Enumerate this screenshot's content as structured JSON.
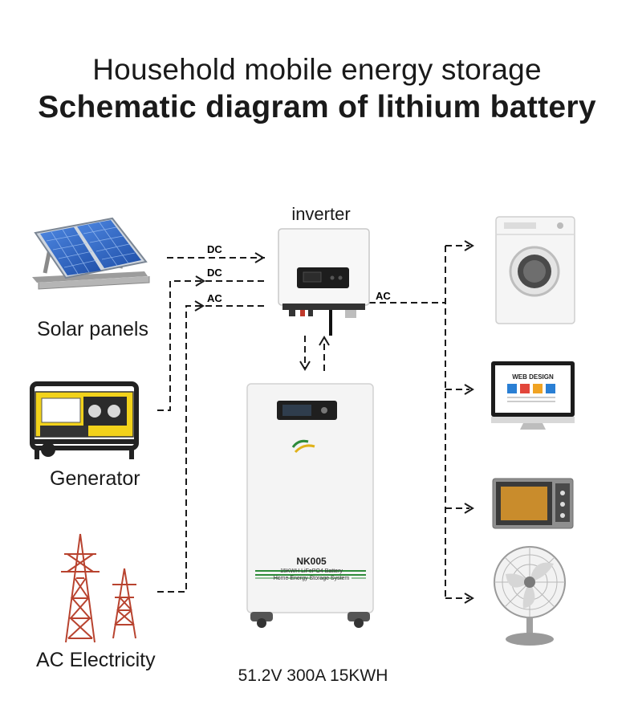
{
  "title": {
    "line1": "Household mobile energy storage",
    "line2": "Schematic diagram of lithium battery"
  },
  "sources": [
    {
      "label": "Solar panels",
      "icon": "solar-panel-icon"
    },
    {
      "label": "Generator",
      "icon": "generator-icon"
    },
    {
      "label": "AC Electricity",
      "icon": "power-tower-icon"
    }
  ],
  "inverter": {
    "label": "inverter"
  },
  "connections": {
    "dc1": "DC",
    "dc2": "DC",
    "ac_in": "AC",
    "ac_out": "AC"
  },
  "battery": {
    "model": "NK005",
    "line1": "15KWH LiFePO4 Battery",
    "line2": "Home Energy Storage System",
    "spec": "51.2V 300A 15KWH"
  },
  "appliances": [
    {
      "name": "washing-machine-icon"
    },
    {
      "name": "monitor-icon",
      "screen_text": "WEB DESIGN"
    },
    {
      "name": "microwave-icon"
    },
    {
      "name": "fan-icon"
    }
  ],
  "colors": {
    "line": "#1a1a1a",
    "solar_blue": "#2a64c8",
    "generator_yellow": "#f2d21b",
    "tower_red": "#b8432f",
    "battery_white": "#f4f4f4",
    "stripe_green": "#2e8b3a"
  }
}
